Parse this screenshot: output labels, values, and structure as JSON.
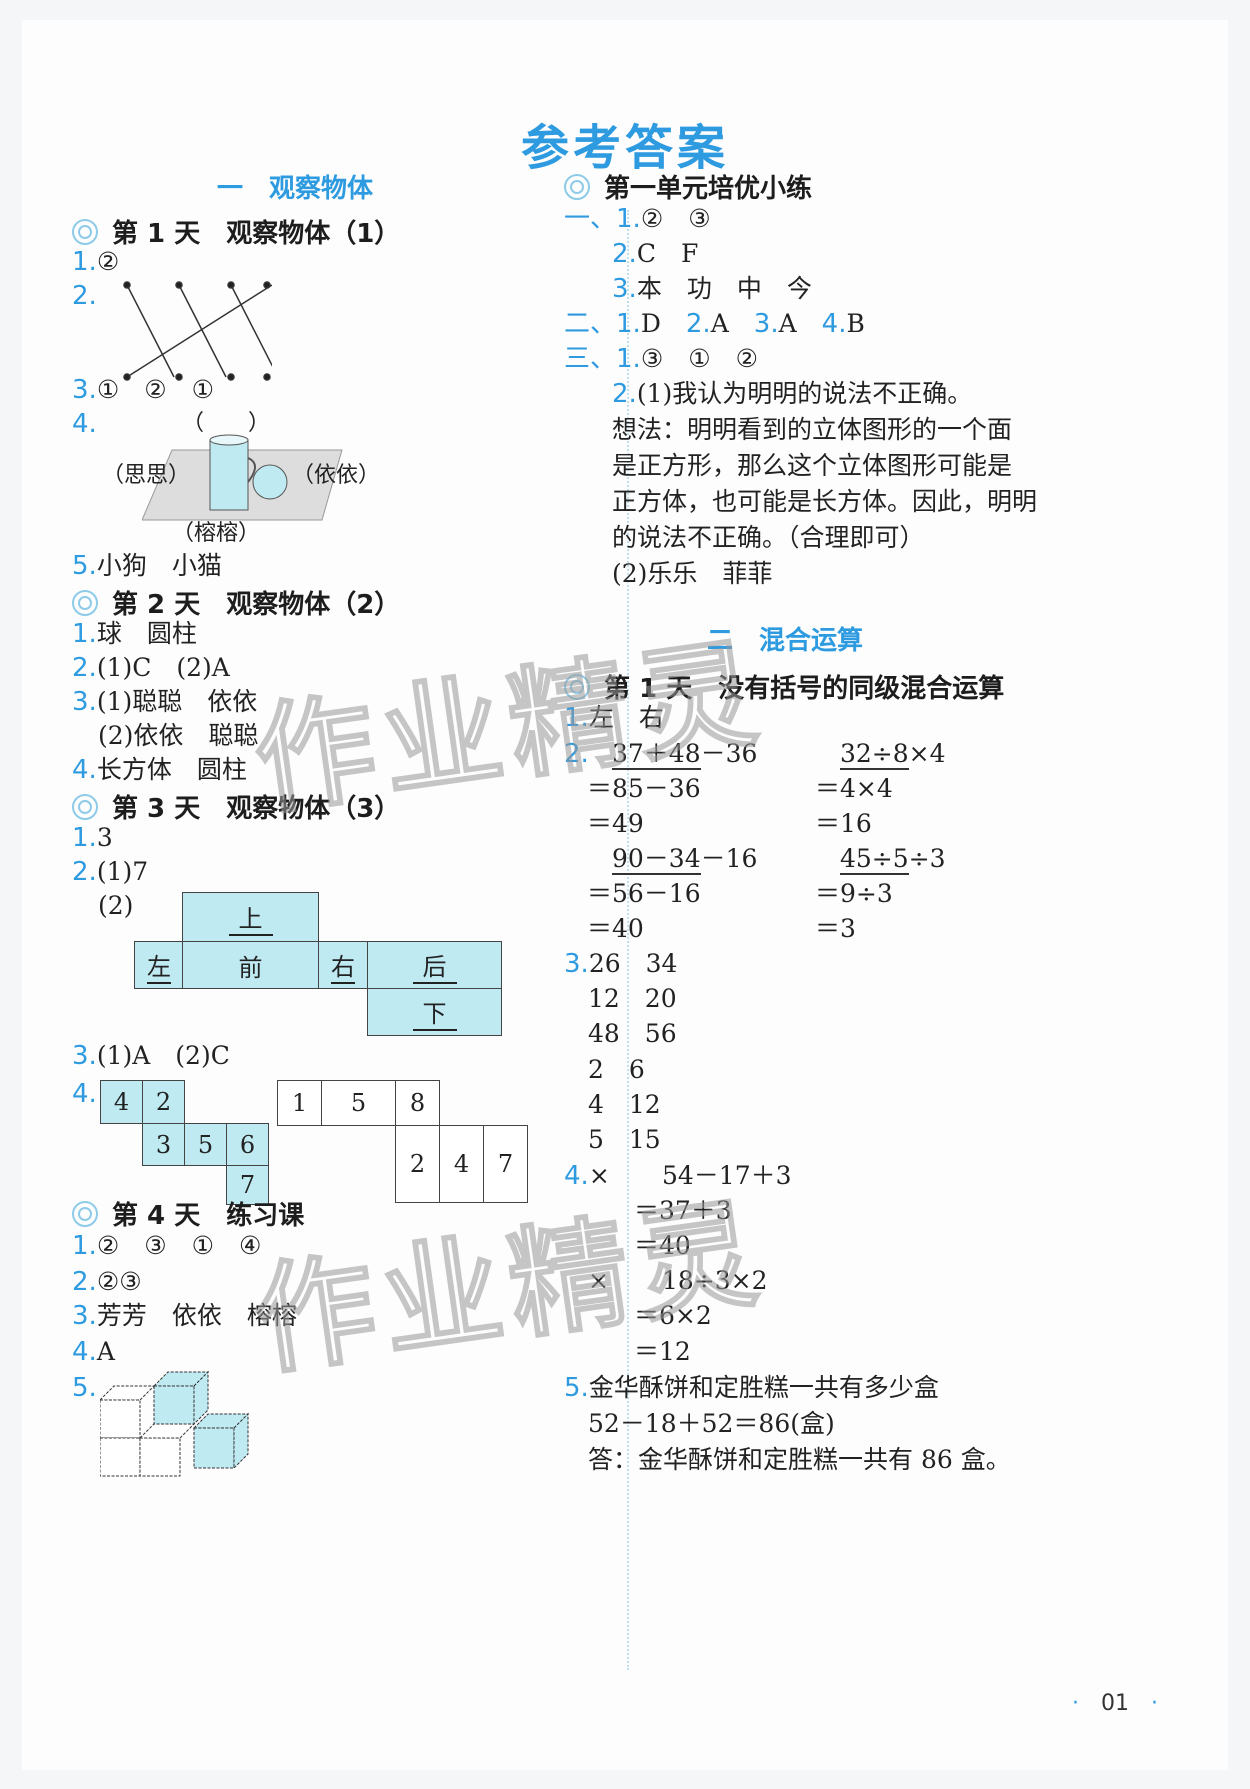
{
  "title": "参考答案",
  "page_number": "01",
  "watermark": "作业精灵",
  "left": {
    "unit_title": "一　观察物体",
    "day1": {
      "heading": "第 1 天　观察物体（1）",
      "q1": {
        "num": "1.",
        "text": "②"
      },
      "q2": {
        "num": "2.",
        "figure": "matching-lines-diagram"
      },
      "q3": {
        "num": "3.",
        "text": "①　②　①"
      },
      "q4": {
        "num": "4.",
        "top_label": "（　　）",
        "left_label": "（思思）",
        "right_label": "（依依）",
        "bottom_label": "（榕榕）"
      },
      "q5": {
        "num": "5.",
        "text": "小狗　小猫"
      }
    },
    "day2": {
      "heading": "第 2 天　观察物体（2）",
      "q1": {
        "num": "1.",
        "text": "球　圆柱"
      },
      "q2": {
        "num": "2.",
        "text": "(1)C　(2)A"
      },
      "q3": {
        "num": "3.",
        "text": "(1)聪聪　依依",
        "text2": "(2)依依　聪聪"
      },
      "q4": {
        "num": "4.",
        "text": "长方体　圆柱"
      }
    },
    "day3": {
      "heading": "第 3 天　观察物体（3）",
      "q1": {
        "num": "1.",
        "text": "3"
      },
      "q2": {
        "num": "2.",
        "text": "(1)7",
        "text2": "(2)",
        "net_labels": {
          "top": "上",
          "left": "左",
          "front": "前",
          "right": "右",
          "back": "后",
          "bottom": "下"
        }
      },
      "q3": {
        "num": "3.",
        "text": "(1)A　(2)C"
      },
      "q4": {
        "num": "4.",
        "net1": [
          "4",
          "2",
          "3",
          "5",
          "6",
          "7"
        ],
        "net2": [
          "1",
          "5",
          "8",
          "2",
          "4",
          "7"
        ]
      }
    },
    "day4": {
      "heading": "第 4 天　练习课",
      "q1": {
        "num": "1.",
        "text": "②　③　①　④"
      },
      "q2": {
        "num": "2.",
        "text": "②③"
      },
      "q3": {
        "num": "3.",
        "text": "芳芳　依依　榕榕"
      },
      "q4": {
        "num": "4.",
        "text": "A"
      },
      "q5": {
        "num": "5.",
        "figure": "cube-stack-diagram"
      }
    }
  },
  "right": {
    "practice": {
      "heading": "第一单元培优小练",
      "p1": {
        "label": "一、",
        "q1_num": "1.",
        "q1": "②　③",
        "q2_num": "2.",
        "q2": "C　F",
        "q3_num": "3.",
        "q3": "本　功　中　今"
      },
      "p2": {
        "label": "二、",
        "a1n": "1.",
        "a1": "D",
        "a2n": "2.",
        "a2": "A",
        "a3n": "3.",
        "a3": "A",
        "a4n": "4.",
        "a4": "B"
      },
      "p3": {
        "label": "三、",
        "q1_num": "1.",
        "q1": "③　①　②",
        "q2_num": "2.",
        "q2_lines": [
          "(1)我认为明明的说法不正确。",
          "想法：明明看到的立体图形的一个面",
          "是正方形，那么这个立体图形可能是",
          "正方体，也可能是长方体。因此，明明",
          "的说法不正确。（合理即可）",
          "(2)乐乐　菲菲"
        ]
      }
    },
    "unit_title": "二　混合运算",
    "day1": {
      "heading": "第 1 天　没有括号的同级混合运算",
      "q1": {
        "num": "1.",
        "text": "左　右"
      },
      "q2": {
        "num": "2.",
        "calc_a": {
          "u": "37＋48",
          "rest": "－36",
          "s1": "＝85－36",
          "s2": "＝49"
        },
        "calc_b": {
          "u": "32÷8",
          "rest": "×4",
          "s1": "＝4×4",
          "s2": "＝16"
        },
        "calc_c": {
          "u": "90－34",
          "rest": "－16",
          "s1": "＝56－16",
          "s2": "＝40"
        },
        "calc_d": {
          "u": "45÷5",
          "rest": "÷3",
          "s1": "＝9÷3",
          "s2": "＝3"
        }
      },
      "q3": {
        "num": "3.",
        "rows": [
          "26　34",
          "12　20",
          "48　56",
          "2　6",
          "4　12",
          "5　15"
        ]
      },
      "q4": {
        "num": "4.",
        "mark1": "×",
        "expr1": "54－17＋3",
        "s1a": "＝37＋3",
        "s1b": "＝40",
        "mark2": "×",
        "expr2": "18÷3×2",
        "s2a": "＝6×2",
        "s2b": "＝12"
      },
      "q5": {
        "num": "5.",
        "lines": [
          "金华酥饼和定胜糕一共有多少盒",
          "52－18＋52＝86(盒)",
          "答：金华酥饼和定胜糕一共有 86 盒。"
        ]
      }
    }
  }
}
